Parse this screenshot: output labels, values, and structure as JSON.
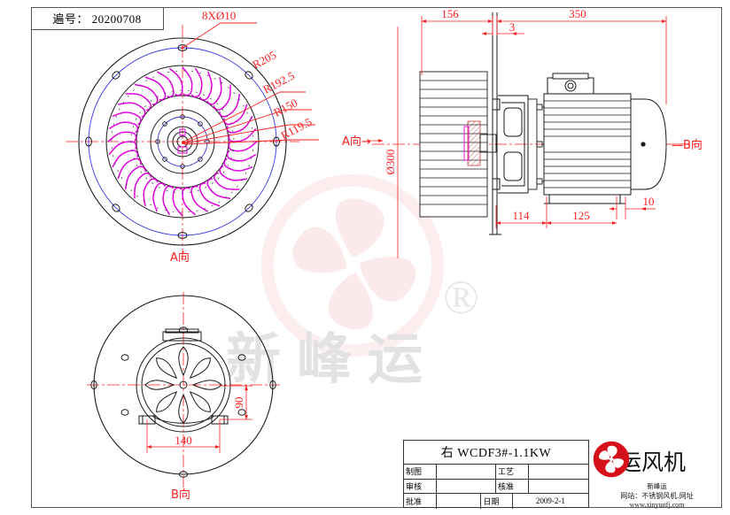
{
  "drawing": {
    "code_label": "遍号：",
    "code_value": "20200708",
    "code_full": "遍号： 20200708"
  },
  "views": {
    "front": {
      "name_label": "A向",
      "callouts": [
        {
          "id": "holes",
          "text": "8XØ10"
        },
        {
          "id": "r205",
          "text": "R205"
        },
        {
          "id": "r192_5",
          "text": "R192.5"
        },
        {
          "id": "r150",
          "text": "R150"
        },
        {
          "id": "r119_5",
          "text": "R119.5"
        }
      ]
    },
    "side": {
      "arrow_left_label": "A向→",
      "arrow_right_label": "—B向",
      "diameter_label": "Ø300",
      "dims_top": [
        {
          "id": "d156",
          "text": "156"
        },
        {
          "id": "d3",
          "text": "3"
        },
        {
          "id": "d350",
          "text": "350"
        }
      ],
      "dims_bottom": [
        {
          "id": "d114",
          "text": "114"
        },
        {
          "id": "d125",
          "text": "125"
        },
        {
          "id": "d10",
          "text": "10"
        }
      ]
    },
    "rear": {
      "name_label": "B向",
      "dims": [
        {
          "id": "d90",
          "text": "90"
        },
        {
          "id": "d140",
          "text": "140"
        }
      ]
    }
  },
  "title_block": {
    "title": "右  WCDF3#-1.1KW",
    "rows": [
      {
        "label_left": "制图",
        "value_left": "",
        "label_right": "工艺",
        "value_right": ""
      },
      {
        "label_left": "审核",
        "value_left": "",
        "label_right": "核准",
        "value_right": ""
      }
    ],
    "bottom_row": {
      "label_left": "批准",
      "value_left": "",
      "label_mid": "日期",
      "value_right": "2009-2-1"
    }
  },
  "logo": {
    "company": "新运风机",
    "badge": "新峰运",
    "site_line": "网站：不锈钢风机.网址",
    "url": "www.xinyunfj.com",
    "mark_color": "#d6101a"
  },
  "watermark": {
    "text": "新峰运",
    "registered": "®"
  },
  "colors": {
    "dimension": "#ff2020",
    "outline": "#1a1a1a",
    "blue_circle": "#3a3ae0",
    "blade_magenta": "#e000e0",
    "frame": "#555555"
  }
}
